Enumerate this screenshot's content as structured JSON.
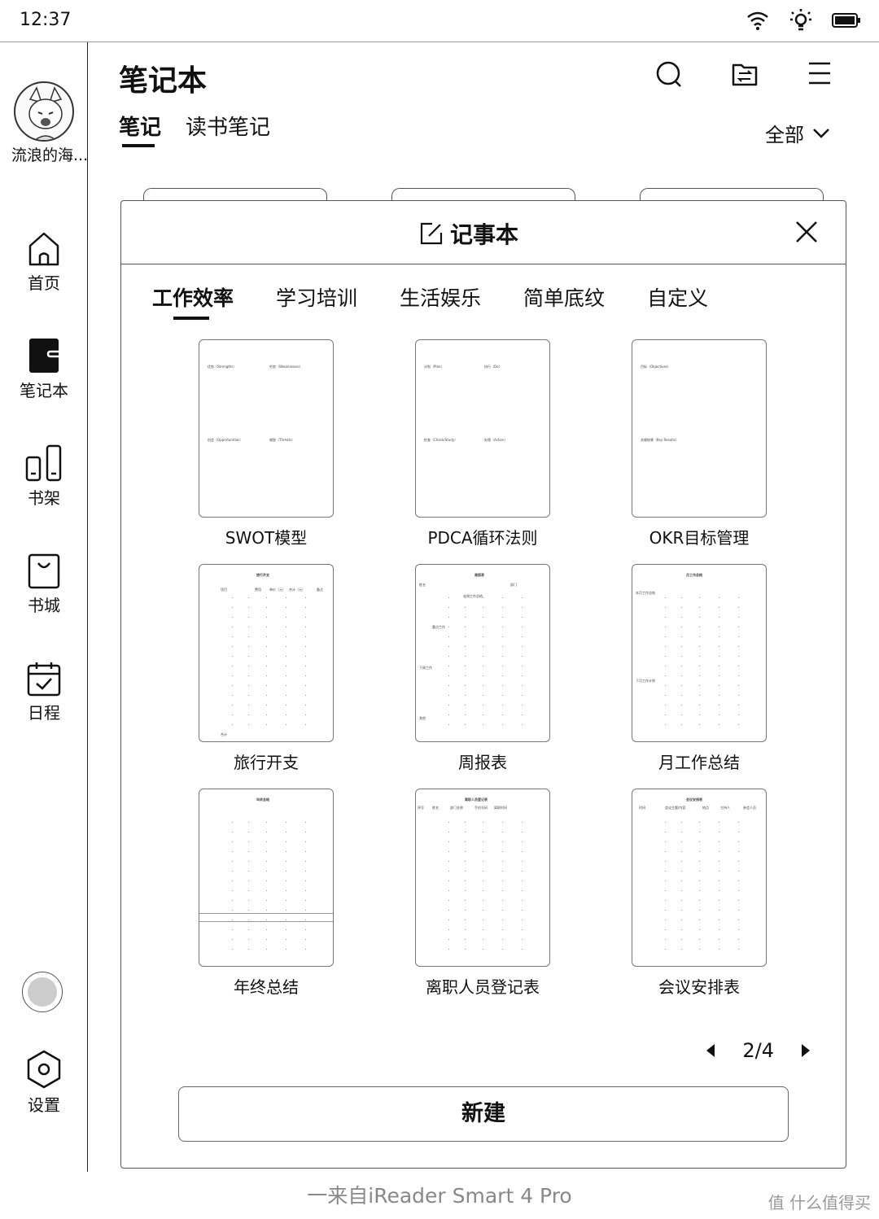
{
  "status_bar": {
    "time": "12:37"
  },
  "sidebar": {
    "username": "流浪的海...",
    "items": [
      {
        "label": "首页",
        "icon": "home-icon"
      },
      {
        "label": "笔记本",
        "icon": "notebook-icon",
        "active": true
      },
      {
        "label": "书架",
        "icon": "bookshelf-icon"
      },
      {
        "label": "书城",
        "icon": "store-icon"
      },
      {
        "label": "日程",
        "icon": "calendar-icon"
      }
    ],
    "settings_label": "设置"
  },
  "header": {
    "title": "笔记本",
    "tabs": [
      {
        "label": "笔记",
        "active": true
      },
      {
        "label": "读书笔记"
      }
    ],
    "filter_label": "全部"
  },
  "modal": {
    "title": "记事本",
    "categories": [
      {
        "label": "工作效率",
        "active": true
      },
      {
        "label": "学习培训"
      },
      {
        "label": "生活娱乐"
      },
      {
        "label": "简单底纹"
      },
      {
        "label": "自定义"
      }
    ],
    "templates": [
      {
        "name": "SWOT模型",
        "thumb_texts": [
          "优势（Strengths）",
          "劣势（Weaknesses）",
          "机会（Opportunities）",
          "威胁（Threats）"
        ]
      },
      {
        "name": "PDCA循环法则",
        "thumb_texts": [
          "计划（Plan）",
          "执行（Do）",
          "检查（Check/Study）",
          "处理（Action）"
        ]
      },
      {
        "name": "OKR目标管理",
        "thumb_texts": [
          "目标（Objectives）",
          "关键结果（Key Results）"
        ]
      },
      {
        "name": "旅行开支",
        "thumb_texts": [
          "旅行开支",
          "项目",
          "费用",
          "单价（元）",
          "合计（元）",
          "备注",
          "合计"
        ]
      },
      {
        "name": "周报表",
        "thumb_texts": [
          "周报表",
          "姓名",
          "部门",
          "本周工作总结",
          "重点工作",
          "下周工作",
          "其他"
        ]
      },
      {
        "name": "月工作总结",
        "thumb_texts": [
          "月工作总结",
          "本月工作总结",
          "下月工作计划"
        ]
      },
      {
        "name": "年终总结",
        "thumb_texts": [
          "年终总结"
        ]
      },
      {
        "name": "离职人员登记表",
        "thumb_texts": [
          "离职人员登记表",
          "序号",
          "姓名",
          "部门名称",
          "手机号码",
          "离职时间"
        ]
      },
      {
        "name": "会议安排表",
        "thumb_texts": [
          "会议安排表",
          "时间",
          "会议主题/内容",
          "地点",
          "主持人",
          "参会人员"
        ]
      }
    ],
    "pager": "2/4",
    "new_button": "新建"
  },
  "footer": "一来自iReader Smart 4 Pro",
  "watermark": "值 什么值得买"
}
